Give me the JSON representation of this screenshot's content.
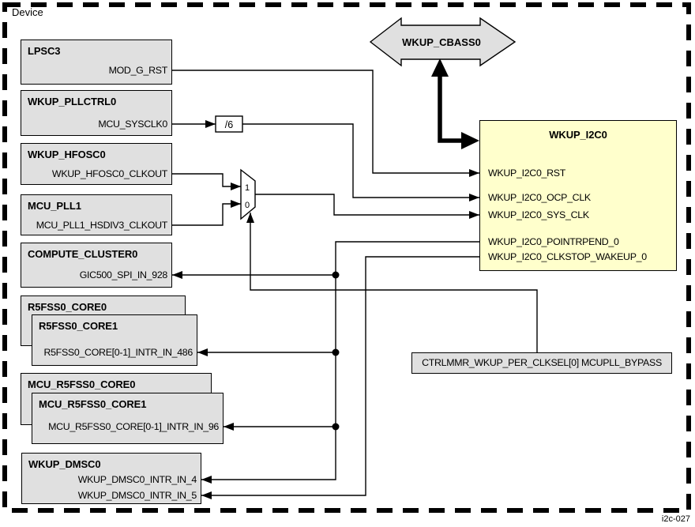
{
  "diagram": {
    "device_label": "Device",
    "figure_id": "i2c-027",
    "colors": {
      "block_fill": "#e0e0e0",
      "highlight_fill": "#ffffcc",
      "line": "#000000",
      "background": "#ffffff"
    },
    "blocks": {
      "lpsc3": {
        "title": "LPSC3",
        "port": "MOD_G_RST"
      },
      "pllctrl": {
        "title": "WKUP_PLLCTRL0",
        "port": "MCU_SYSCLK0"
      },
      "hfosc": {
        "title": "WKUP_HFOSC0",
        "port": "WKUP_HFOSC0_CLKOUT"
      },
      "mcupll1": {
        "title": "MCU_PLL1",
        "port": "MCU_PLL1_HSDIV3_CLKOUT"
      },
      "cluster": {
        "title": "COMPUTE_CLUSTER0",
        "port": "GIC500_SPI_IN_928"
      },
      "r5_core0": {
        "title": "R5FSS0_CORE0"
      },
      "r5_core1": {
        "title": "R5FSS0_CORE1",
        "port": "R5FSS0_CORE[0-1]_INTR_IN_486"
      },
      "mcu_r5_core0": {
        "title": "MCU_R5FSS0_CORE0"
      },
      "mcu_r5_core1": {
        "title": "MCU_R5FSS0_CORE1",
        "port": "MCU_R5FSS0_CORE[0-1]_INTR_IN_96"
      },
      "dmsc": {
        "title": "WKUP_DMSC0",
        "port_a": "WKUP_DMSC0_INTR_IN_4",
        "port_b": "WKUP_DMSC0_INTR_IN_5"
      },
      "i2c": {
        "title": "WKUP_I2C0",
        "port_rst": "WKUP_I2C0_RST",
        "port_ocp": "WKUP_I2C0_OCP_CLK",
        "port_sys": "WKUP_I2C0_SYS_CLK",
        "port_pointrpend": "WKUP_I2C0_POINTRPEND_0",
        "port_clkstop": "WKUP_I2C0_CLKSTOP_WAKEUP_0"
      },
      "cbass": {
        "title": "WKUP_CBASS0"
      },
      "ctrlmmr": {
        "label": "CTRLMMR_WKUP_PER_CLKSEL[0] MCUPLL_BYPASS"
      },
      "divider": {
        "label": "/6"
      },
      "mux": {
        "in1": "1",
        "in0": "0"
      }
    }
  }
}
